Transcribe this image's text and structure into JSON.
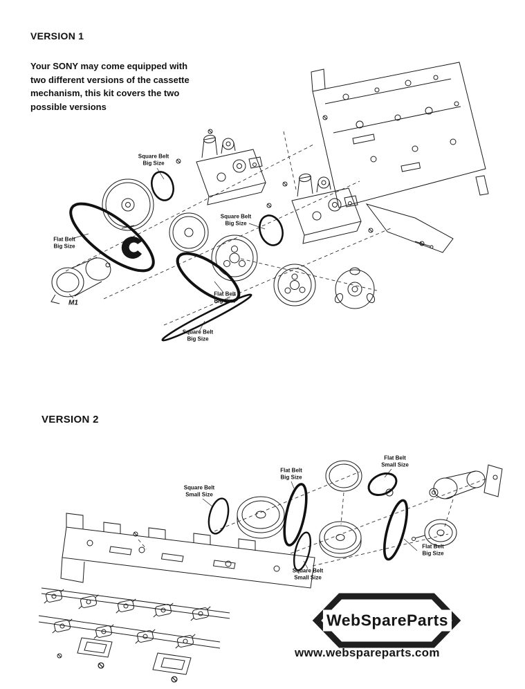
{
  "version1": {
    "title": "VERSION 1",
    "description_lines": [
      "Your SONY may come equipped with",
      "two different versions of the cassette",
      "mechanism, this kit covers the two",
      "possible versions"
    ],
    "motor_label": "M1",
    "labels": [
      {
        "line1": "Square Belt",
        "line2": "Big Size"
      },
      {
        "line1": "Square Belt",
        "line2": "Big Size"
      },
      {
        "line1": "Flat Belt",
        "line2": "Big Size"
      },
      {
        "line1": "Flat Belt",
        "line2": "Big Size"
      },
      {
        "line1": "Square Belt",
        "line2": "Big Size"
      }
    ]
  },
  "version2": {
    "title": "VERSION 2",
    "labels": [
      {
        "line1": "Square Belt",
        "line2": "Small Size"
      },
      {
        "line1": "Flat Belt",
        "line2": "Big Size"
      },
      {
        "line1": "Flat Belt",
        "line2": "Small Size"
      },
      {
        "line1": "Flat Belt",
        "line2": "Big Size"
      },
      {
        "line1": "Square Belt",
        "line2": "Small Size"
      }
    ]
  },
  "branding": {
    "logo_text": "WebSpareParts",
    "website": "www.webspareparts.com"
  },
  "colors": {
    "ink": "#1a1a1a",
    "paper": "#ffffff"
  }
}
